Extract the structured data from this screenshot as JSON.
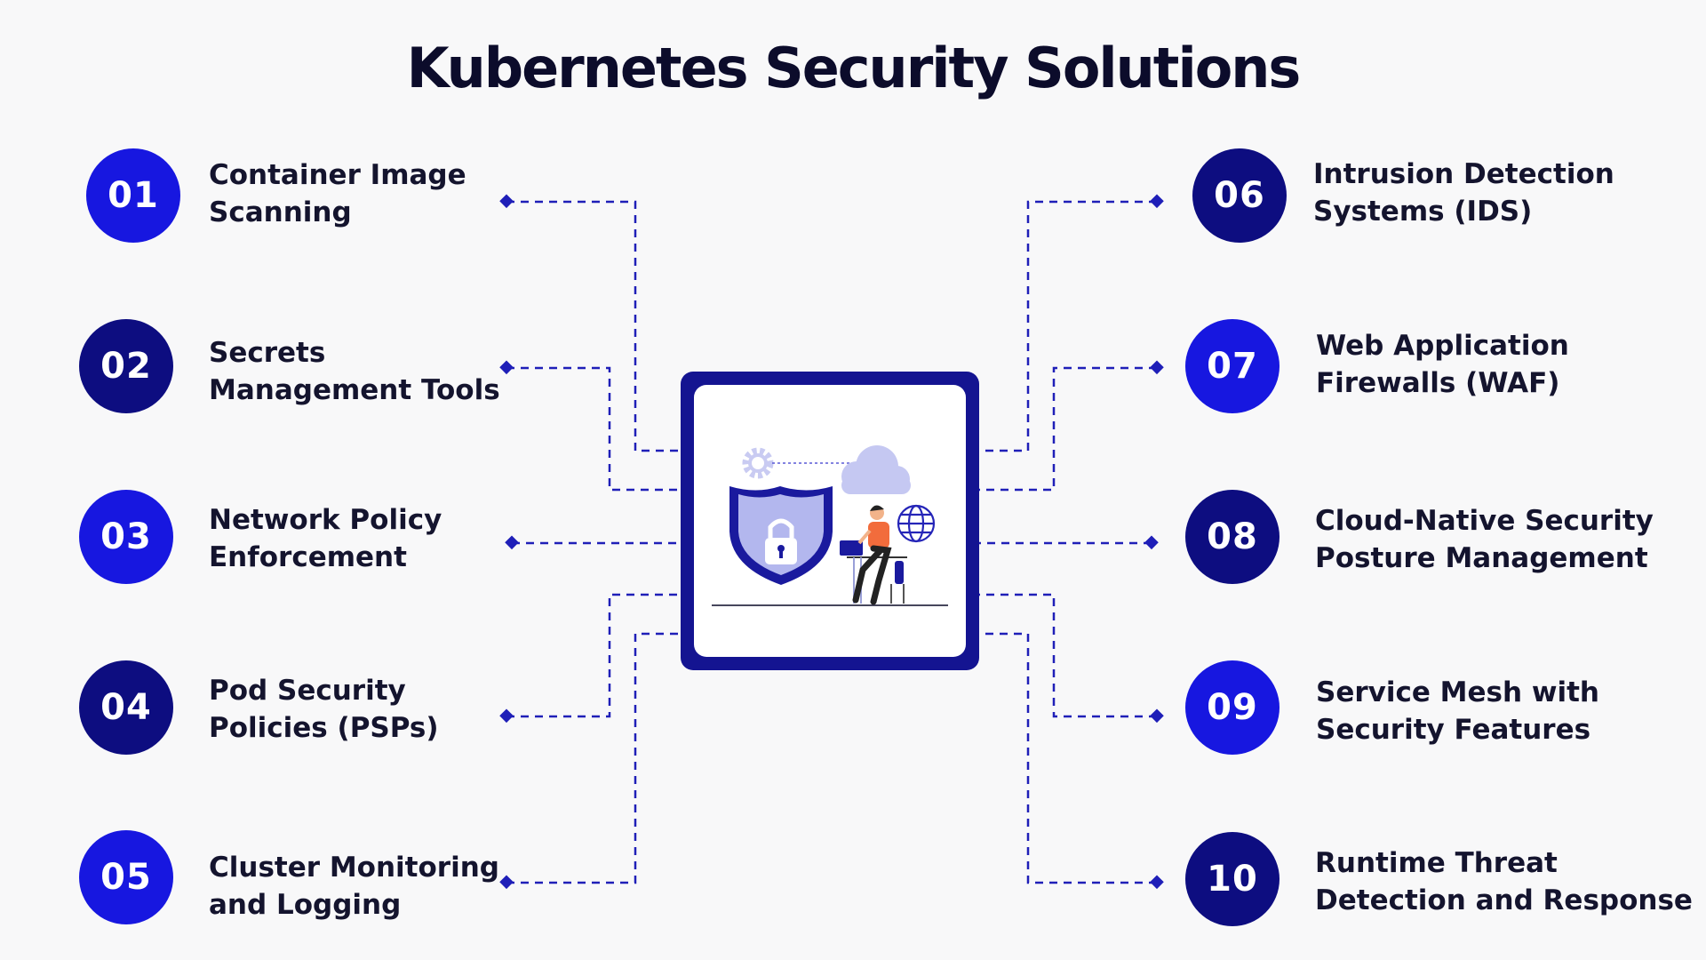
{
  "title": "Kubernetes Security Solutions",
  "colors": {
    "badge_bright": "#1717e0",
    "badge_dark": "#0d0d80",
    "connector": "#1f1fb8",
    "hub_border": "#141491"
  },
  "items": [
    {
      "num": "01",
      "label": "Container Image\nScanning",
      "tone": "bright"
    },
    {
      "num": "02",
      "label": "Secrets\nManagement Tools",
      "tone": "dark"
    },
    {
      "num": "03",
      "label": "Network Policy\nEnforcement",
      "tone": "bright"
    },
    {
      "num": "04",
      "label": "Pod Security\nPolicies (PSPs)",
      "tone": "dark"
    },
    {
      "num": "05",
      "label": "Cluster Monitoring\nand Logging",
      "tone": "bright"
    },
    {
      "num": "06",
      "label": "Intrusion Detection\nSystems (IDS)",
      "tone": "dark"
    },
    {
      "num": "07",
      "label": "Web Application\nFirewalls (WAF)",
      "tone": "bright"
    },
    {
      "num": "08",
      "label": "Cloud-Native Security\nPosture Management",
      "tone": "dark"
    },
    {
      "num": "09",
      "label": "Service Mesh with\nSecurity Features",
      "tone": "bright"
    },
    {
      "num": "10",
      "label": "Runtime Threat\nDetection and Response",
      "tone": "dark"
    }
  ],
  "hub_illustration": {
    "icons": [
      "gear-icon",
      "shield-lock-icon",
      "cloud-icon",
      "globe-icon",
      "person-at-laptop"
    ]
  }
}
